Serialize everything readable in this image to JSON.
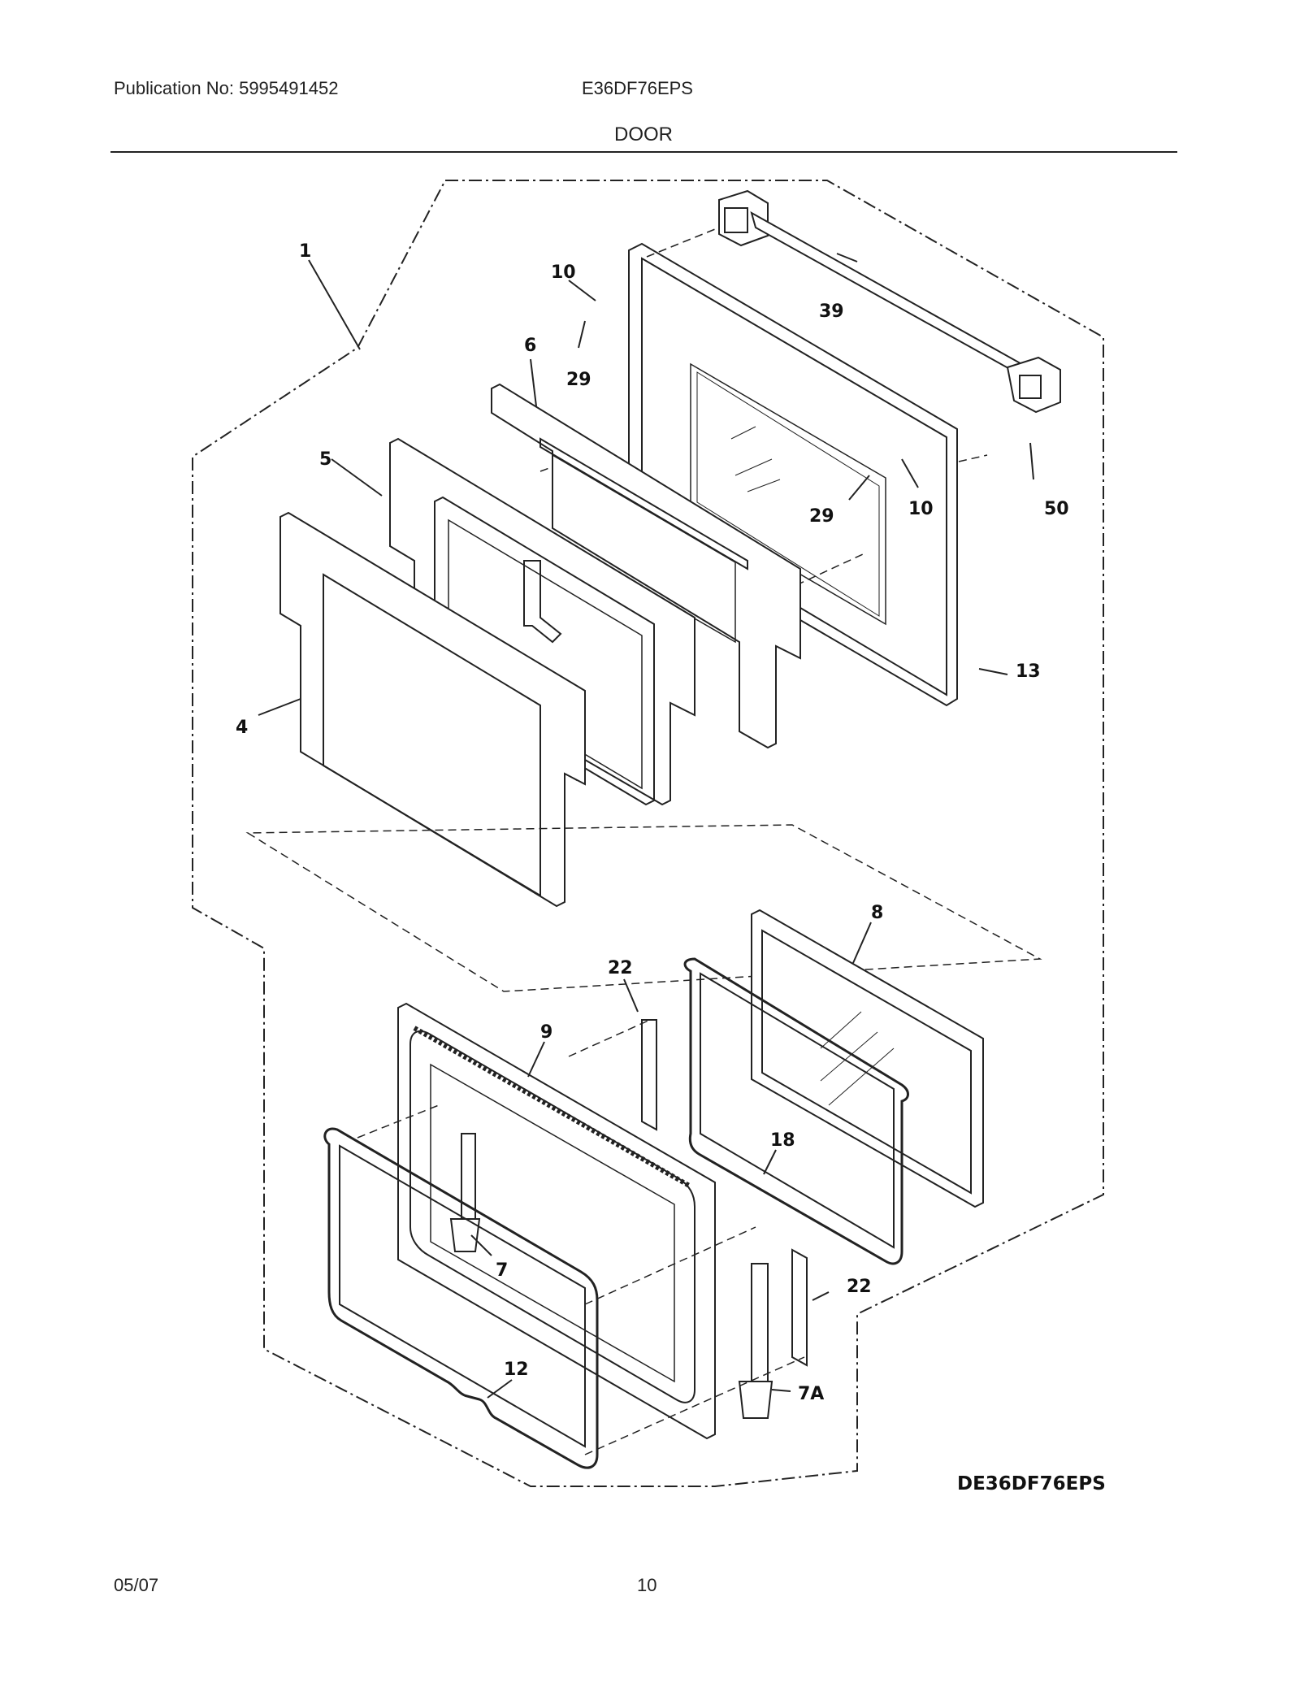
{
  "header": {
    "publication": "Publication No: 5995491452",
    "model": "E36DF76EPS",
    "section": "DOOR"
  },
  "diagram": {
    "code": "DE36DF76EPS",
    "callouts": [
      "1",
      "10",
      "29",
      "6",
      "39",
      "5",
      "29",
      "10",
      "50",
      "13",
      "4",
      "8",
      "22",
      "9",
      "18",
      "7",
      "22",
      "12",
      "7A"
    ]
  },
  "footer": {
    "date": "05/07",
    "page": "10"
  }
}
